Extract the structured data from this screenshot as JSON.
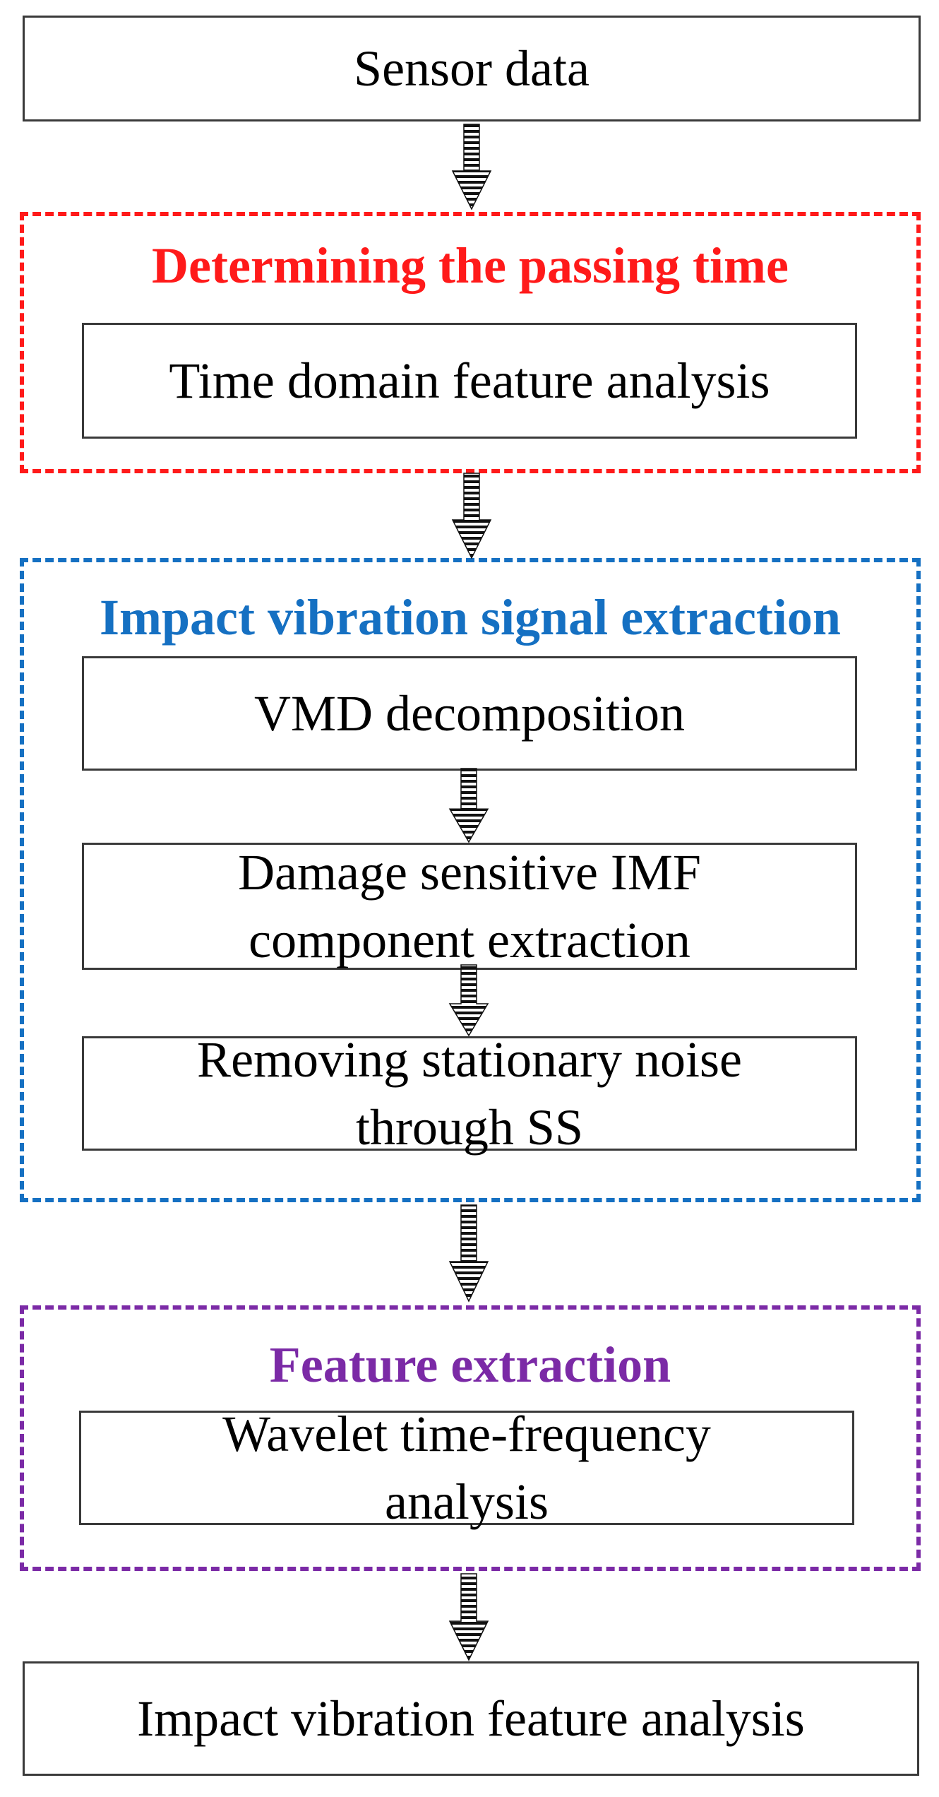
{
  "colors": {
    "red": "#ff1a1a",
    "blue": "#1570c2",
    "purple": "#7b2aa6",
    "box_border": "#3a3a3a",
    "arrow": "#111111"
  },
  "nodes": {
    "sensor_data": "Sensor data",
    "time_domain": "Time domain feature analysis",
    "vmd": "VMD decomposition",
    "imf_line1": "Damage sensitive IMF",
    "imf_line2": "component extraction",
    "noise_line1": "Removing stationary noise",
    "noise_line2": "through SS",
    "wavelet_line1": "Wavelet time-frequency",
    "wavelet_line2": "analysis",
    "final": "Impact vibration feature analysis"
  },
  "groups": {
    "passing_time": "Determining the passing time",
    "impact_extraction": "Impact vibration signal extraction",
    "feature_extraction": "Feature extraction"
  }
}
